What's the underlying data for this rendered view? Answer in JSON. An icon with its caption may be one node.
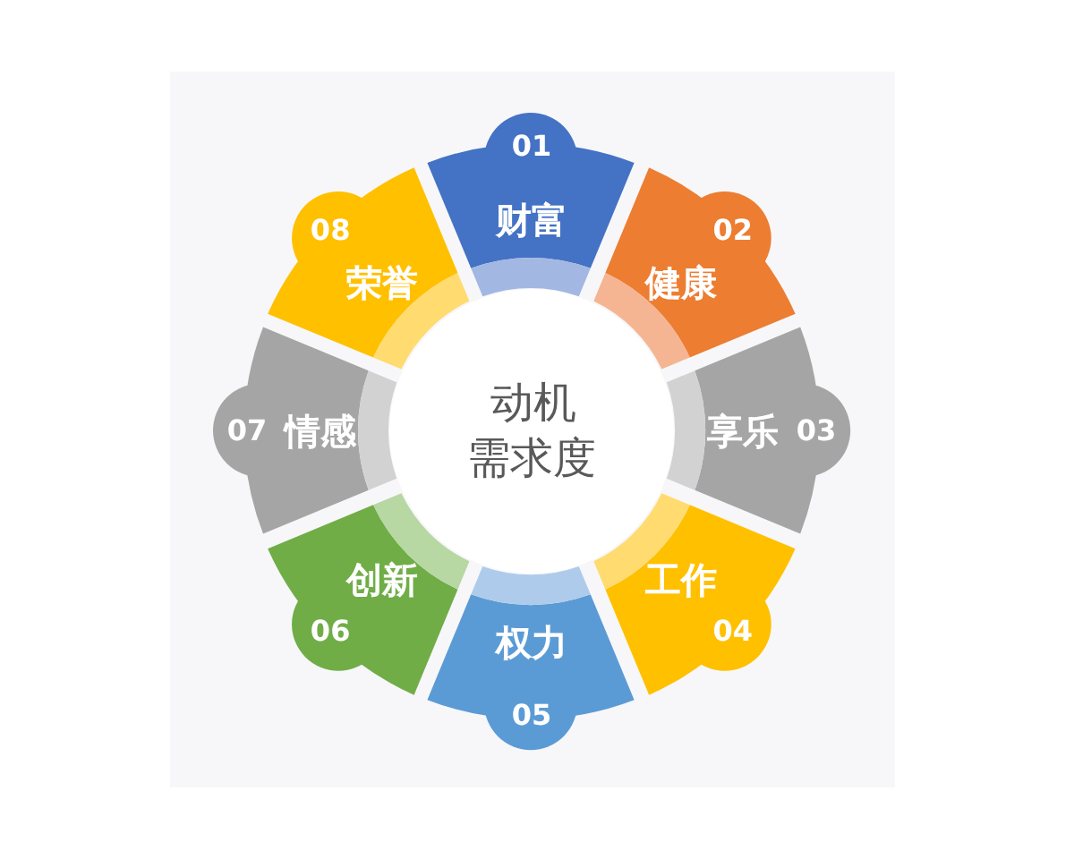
{
  "diagram": {
    "nodes": [
      {
        "text": [
          "动机需求度"
        ]
      },
      {
        "text": [
          "01",
          "财富"
        ]
      },
      {
        "text": [
          "02",
          "健康"
        ]
      },
      {
        "text": [
          "享乐",
          "03"
        ]
      },
      {
        "text": [
          "工作",
          "04"
        ]
      },
      {
        "text": [
          "权力",
          "05"
        ]
      },
      {
        "text": [
          "创新",
          "06"
        ]
      },
      {
        "text": [
          "07",
          "情感"
        ]
      },
      {
        "text": [
          "08",
          "荣誉"
        ]
      }
    ]
  }
}
